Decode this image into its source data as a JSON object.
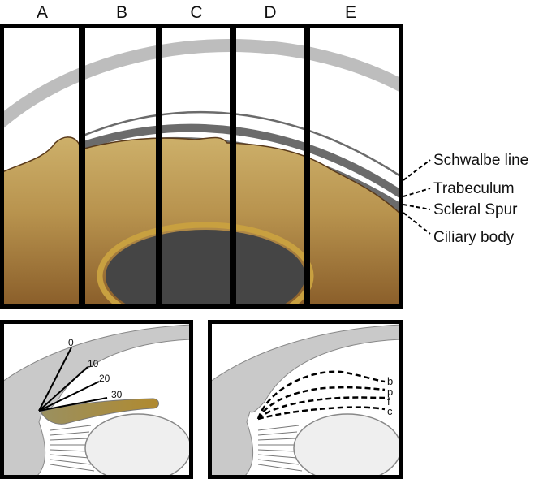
{
  "top_panel": {
    "column_labels": [
      "A",
      "B",
      "C",
      "D",
      "E"
    ]
  },
  "structure_labels": {
    "schwalbe_line": "Schwalbe line",
    "trabeculum": "Trabeculum",
    "scleral_spur": "Scleral Spur",
    "ciliary_body": "Ciliary body"
  },
  "bottom_left_panel": {
    "angle_labels": [
      "0",
      "10",
      "20",
      "30"
    ]
  },
  "bottom_right_panel": {
    "curve_labels": [
      "b",
      "p",
      "f",
      "c"
    ]
  },
  "colors": {
    "iris_top": "#c8ac66",
    "iris_bottom": "#8a5e2a",
    "pupil": "#454545",
    "pupil_ring": "#c8a040",
    "cornea": "#bdbdbd",
    "band_dark": "#6b6b6b",
    "tissue_gray": "#c9c9c9",
    "frame": "#000000"
  }
}
